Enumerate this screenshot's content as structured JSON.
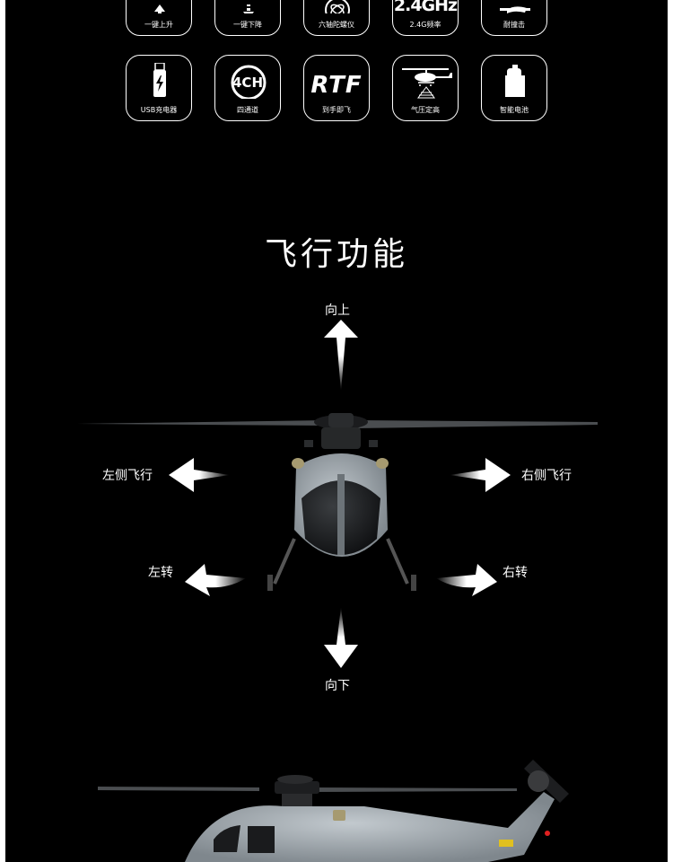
{
  "features": {
    "row1": [
      {
        "label": "一键上升",
        "icon": "up-arrow-icon"
      },
      {
        "label": "一键下降",
        "icon": "down-arrow-icon"
      },
      {
        "label": "六轴陀螺仪",
        "icon": "gyro-icon"
      },
      {
        "label": "2.4G频率",
        "icon": "frequency-icon",
        "big": "2.4GHz"
      },
      {
        "label": "耐撞击",
        "icon": "impact-icon"
      }
    ],
    "row2": [
      {
        "label": "USB充电器",
        "icon": "usb-charger-icon"
      },
      {
        "label": "四通道",
        "icon": "four-channel-icon",
        "big": "4CH"
      },
      {
        "label": "到手即飞",
        "icon": "rtf-icon",
        "big": "RTF"
      },
      {
        "label": "气压定高",
        "icon": "altitude-hold-icon"
      },
      {
        "label": "智能电池",
        "icon": "battery-icon"
      }
    ]
  },
  "flight": {
    "title": "飞行功能",
    "up": "向上",
    "down": "向下",
    "left": "左侧飞行",
    "right": "右侧飞行",
    "turn_left": "左转",
    "turn_right": "右转"
  },
  "colors": {
    "background": "#000000",
    "foreground": "#ffffff",
    "fuselage": "#a3aab0"
  }
}
